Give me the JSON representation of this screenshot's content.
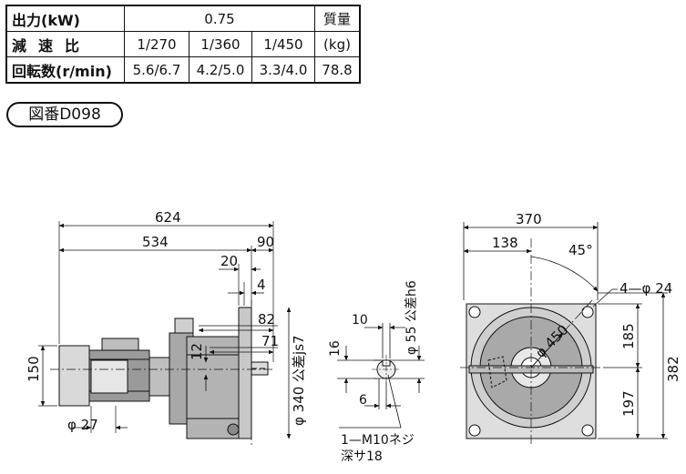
{
  "spec_table": {
    "output_label": "出力(kW)",
    "output_value": "0.75",
    "mass_label_line1": "質量",
    "mass_label_line2": "(kg)",
    "ratio_label": "減速比",
    "ratios": [
      "1/270",
      "1/360",
      "1/450"
    ],
    "speed_label": "回転数(r/min)",
    "speeds": [
      "5.6/6.7",
      "4.2/5.0",
      "3.3/4.0"
    ],
    "mass_value": "78.8"
  },
  "drawing_number": "図番D098",
  "dimensions": {
    "overall_length": "624",
    "body_length": "534",
    "shaft_extension": "90",
    "flange_offset": "20",
    "flange_thickness": "4",
    "shaft_length_a": "82",
    "shaft_length_b": "71",
    "height_150": "150",
    "key_offset": "12",
    "motor_shaft_dia": "φ 27",
    "pilot_dia": "φ 340 公差js7",
    "shaft_dia": "φ 55 公差h6",
    "key_width": "10",
    "key_height": "16",
    "key_depth": "6",
    "tap_line1": "1—M10ネジ",
    "tap_line2": "深サ18",
    "flange_width": "370",
    "flange_half": "138",
    "hole_angle": "45°",
    "holes": "4—φ 24",
    "pcd": "φ 450",
    "upper_height": "185",
    "lower_height": "197",
    "total_height": "382"
  }
}
